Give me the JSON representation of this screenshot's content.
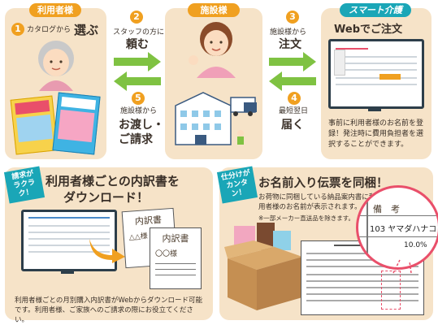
{
  "steps": {
    "s1": {
      "num": "1",
      "small": "カタログから",
      "big": "選ぶ"
    },
    "s2": {
      "num": "2",
      "small": "スタッフの方に",
      "big": "頼む"
    },
    "s3": {
      "num": "3",
      "small": "施設様から",
      "big": "注文"
    },
    "s4": {
      "num": "4",
      "small": "最短翌日",
      "big": "届く"
    },
    "s5": {
      "num": "5",
      "small": "施設様から",
      "big1": "お渡し・",
      "big2": "ご請求"
    }
  },
  "labels": {
    "user": "利用者様",
    "facility": "施設様",
    "smart": "スマート介護",
    "web_title": "Webでご注文",
    "web_desc": "事前に利用者様のお名前を登録！発注時に費用負担者を選択することができます。"
  },
  "bottom_left": {
    "tag": "請求が\nラクラク！",
    "title1": "利用者様ごとの内訳書を",
    "title2": "ダウンロード！",
    "doc1": "内訳書",
    "doc1_sub": "△△様",
    "doc2": "内訳書",
    "doc2_sub": "〇〇様",
    "desc": "利用者様ごとの月別購入内訳書がWebからダウンロード可能です。利用者様、ご家族へのご請求の際にお役立てください。"
  },
  "bottom_right": {
    "tag": "仕分けが\nカンタン！",
    "title": "お名前入り伝票を同梱！",
    "desc": "お荷物に同梱している納品案内書に利用者様のお名前が表示されます。",
    "note": "※一部メーカー直送品を除きます。",
    "zoom_header": "備　考",
    "zoom_name": "103 ヤマダハナコ",
    "zoom_pct": "10.0%"
  },
  "colors": {
    "orange": "#f0a020",
    "teal": "#1aa6b7",
    "green": "#7fc242",
    "panel": "#f6e3c8"
  }
}
